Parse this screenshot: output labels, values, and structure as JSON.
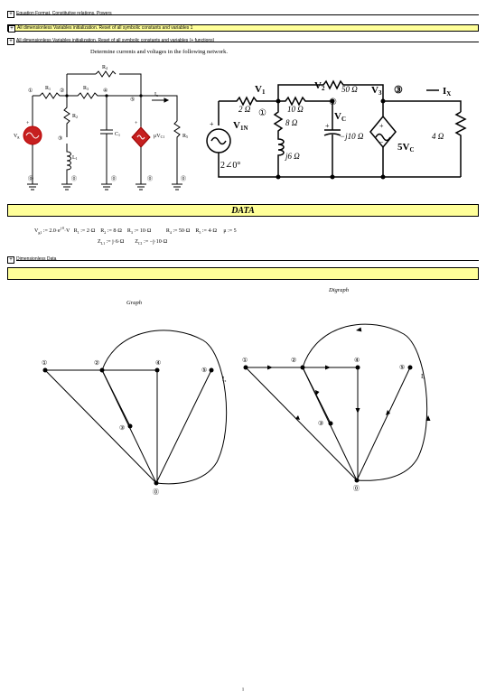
{
  "sections": {
    "s1": "Equation Format, Constitutive relations, Powers",
    "s2": "All dimensionless Variables initialization. Reset of all symbolic constants and variables 1",
    "s3": "All dimensionless Variables initialization. Reset of all symbolic constants and variables (+ functions)",
    "s4": "Dimensionless Data"
  },
  "toggle_glyph": "+",
  "problem_statement": "Determine currents and voltages in the following network.",
  "circuit_left": {
    "labels": {
      "R1": "R",
      "R1s": "1",
      "R2": "R",
      "R2s": "2",
      "R3": "R",
      "R3s": "3",
      "R4": "R",
      "R4s": "4",
      "R5": "R",
      "R5s": "5",
      "L1": "L",
      "L1s": "1",
      "C1": "C",
      "C1s": "1",
      "Vg": "V",
      "Vgs": "g",
      "Ix": "I",
      "Ixs": "x",
      "muVC": "μV",
      "muVCs": "C1",
      "plus": "+",
      "minus": "−"
    },
    "nodes": {
      "n1": "①",
      "n2": "②",
      "n3": "③",
      "n4": "④",
      "n5": "⑤",
      "n0": "⓪"
    }
  },
  "circuit_right": {
    "V1": "V",
    "V1s": "1",
    "V2": "V",
    "V2s": "2",
    "V3": "V",
    "V3s": "3",
    "r50": "50 Ω",
    "r2": "2 Ω",
    "r10": "10 Ω",
    "r8": "8 Ω",
    "j6": "j6 Ω",
    "jm10": "−j10 Ω",
    "r4": "4 Ω",
    "V1N": "V",
    "V1Ns": "1N",
    "VC": "V",
    "VCs": "C",
    "dep": "5V",
    "deps": "C",
    "Ix": "I",
    "Ixs": "X",
    "src": "2∠0°",
    "nodes": {
      "n1": "①",
      "n2": "②",
      "n3": "③"
    },
    "plus": "+",
    "minus": "−"
  },
  "data_title": "DATA",
  "data_line1": {
    "vg": "V",
    "vgs": "g1",
    "vg_eq": " := 2.0·e",
    "vg_exp": "j·0",
    "vg_unit": "·V",
    "r1": "R",
    "r1s": "1",
    "r1v": " := 2·Ω",
    "r2": "R",
    "r2s": "2",
    "r2v": " := 8·Ω",
    "r3": "R",
    "r3s": "3",
    "r3v": " := 10·Ω",
    "r4": "R",
    "r4s": "4",
    "r4v": " := 50·Ω",
    "r5": "R",
    "r5s": "5",
    "r5v": " := 4·Ω",
    "mu": "μ := 5"
  },
  "data_line2": {
    "zl": "Z",
    "zls": "L1",
    "zlv": " := j·6·Ω",
    "zc": "Z",
    "zcs": "C1",
    "zcv": " := −j·10·Ω"
  },
  "graph_title": "Graph",
  "digraph_title": "Digraph",
  "graph_nodes": {
    "n1": "①",
    "n2": "②",
    "n3": "③",
    "n4": "④",
    "n5": "⑤",
    "n0": "⓪",
    "ix": "I",
    "ixs": "x"
  },
  "digraph_nodes": {
    "n1": "①",
    "n2": "②",
    "n3": "③",
    "n4": "④",
    "n5": "⑤",
    "n0": "⓪",
    "ix": "I",
    "ixs": "x"
  },
  "page_number": "1"
}
